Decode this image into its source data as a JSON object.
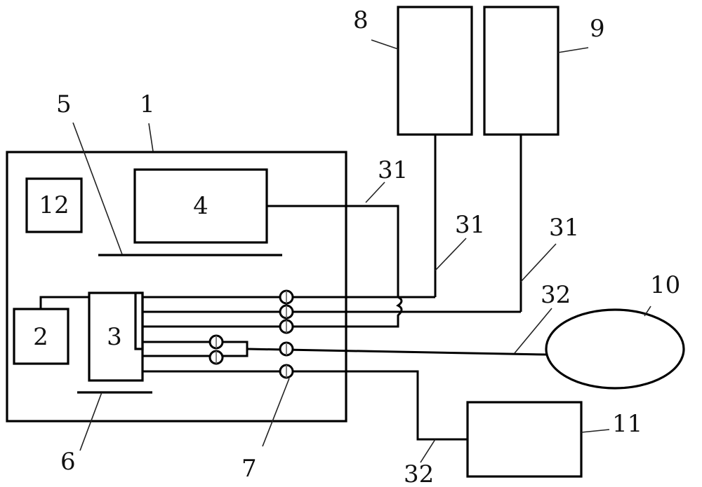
{
  "diagram": {
    "components": {
      "housing": "1",
      "unit_2": "2",
      "unit_3": "3",
      "unit_4": "4",
      "unit_12": "12",
      "device_8": "8",
      "device_9": "9",
      "device_10": "10",
      "device_11": "11"
    },
    "reference_labels": {
      "board_5": "5",
      "board_6": "6",
      "connector_7": "7",
      "cable_31_a": "31",
      "cable_31_b": "31",
      "cable_31_c": "31",
      "cable_32_a": "32",
      "cable_32_b": "32"
    },
    "stroke_color": "#000000",
    "background_color": "#ffffff"
  }
}
